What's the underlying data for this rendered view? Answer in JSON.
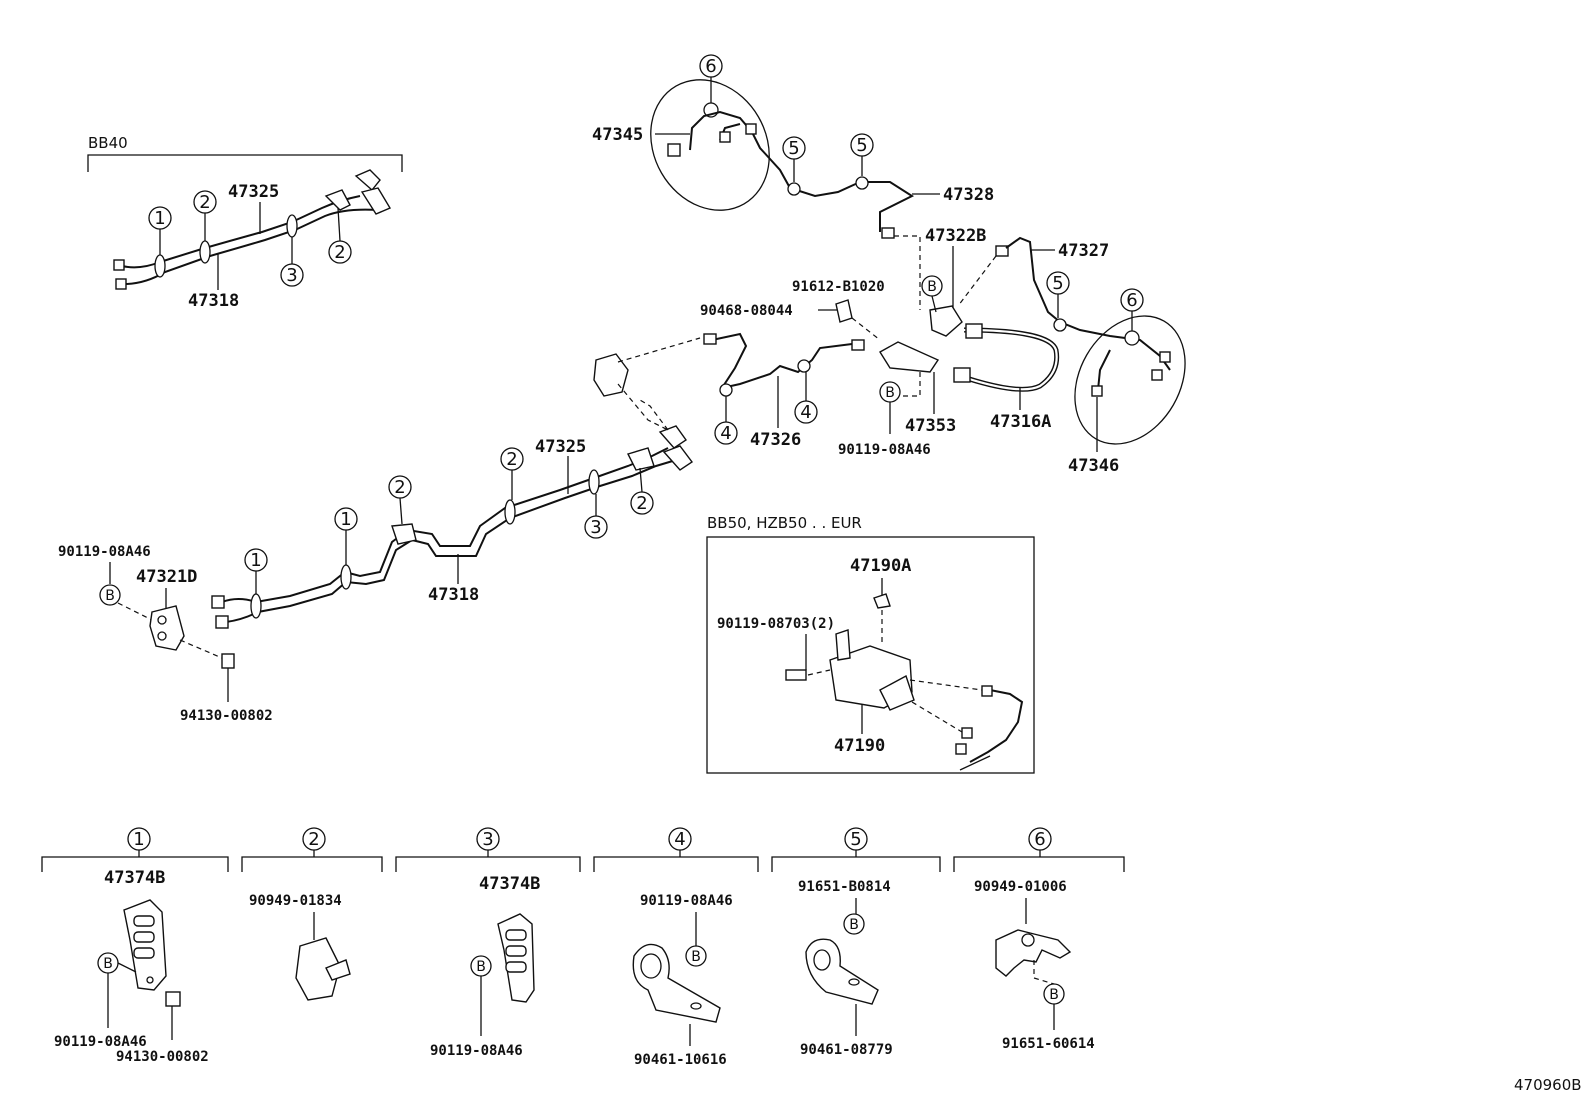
{
  "sections": {
    "bb40": "BB40",
    "bb50": "BB50, HZB50 . . EUR"
  },
  "callouts": {
    "c1": "1",
    "c2": "2",
    "c3": "3",
    "c4": "4",
    "c5": "5",
    "c6": "6",
    "b": "B"
  },
  "parts": {
    "p47345": "47345",
    "p47328": "47328",
    "p47322B": "47322B",
    "p47327": "47327",
    "p91612": "91612-B1020",
    "p90468": "90468-08044",
    "p47326": "47326",
    "p90119_a": "90119-08A46",
    "p47353": "47353",
    "p47316A": "47316A",
    "p47346": "47346",
    "p47325_top": "47325",
    "p47318_top": "47318",
    "p47325_mid": "47325",
    "p47318_mid": "47318",
    "p90119_b": "90119-08A46",
    "p47321D": "47321D",
    "p94130_a": "94130-00802",
    "p47190A": "47190A",
    "p90119_08703": "90119-08703(2)",
    "p47190": "47190"
  },
  "legend": [
    {
      "num": "1",
      "parts": [
        "47374B",
        "90119-08A46",
        "94130-00802"
      ]
    },
    {
      "num": "2",
      "parts": [
        "90949-01834"
      ]
    },
    {
      "num": "3",
      "parts": [
        "47374B",
        "90119-08A46"
      ]
    },
    {
      "num": "4",
      "parts": [
        "90119-08A46",
        "90461-10616"
      ]
    },
    {
      "num": "5",
      "parts": [
        "91651-B0814",
        "90461-08779"
      ]
    },
    {
      "num": "6",
      "parts": [
        "90949-01006",
        "91651-60614"
      ]
    }
  ],
  "diagram_code": "470960B"
}
